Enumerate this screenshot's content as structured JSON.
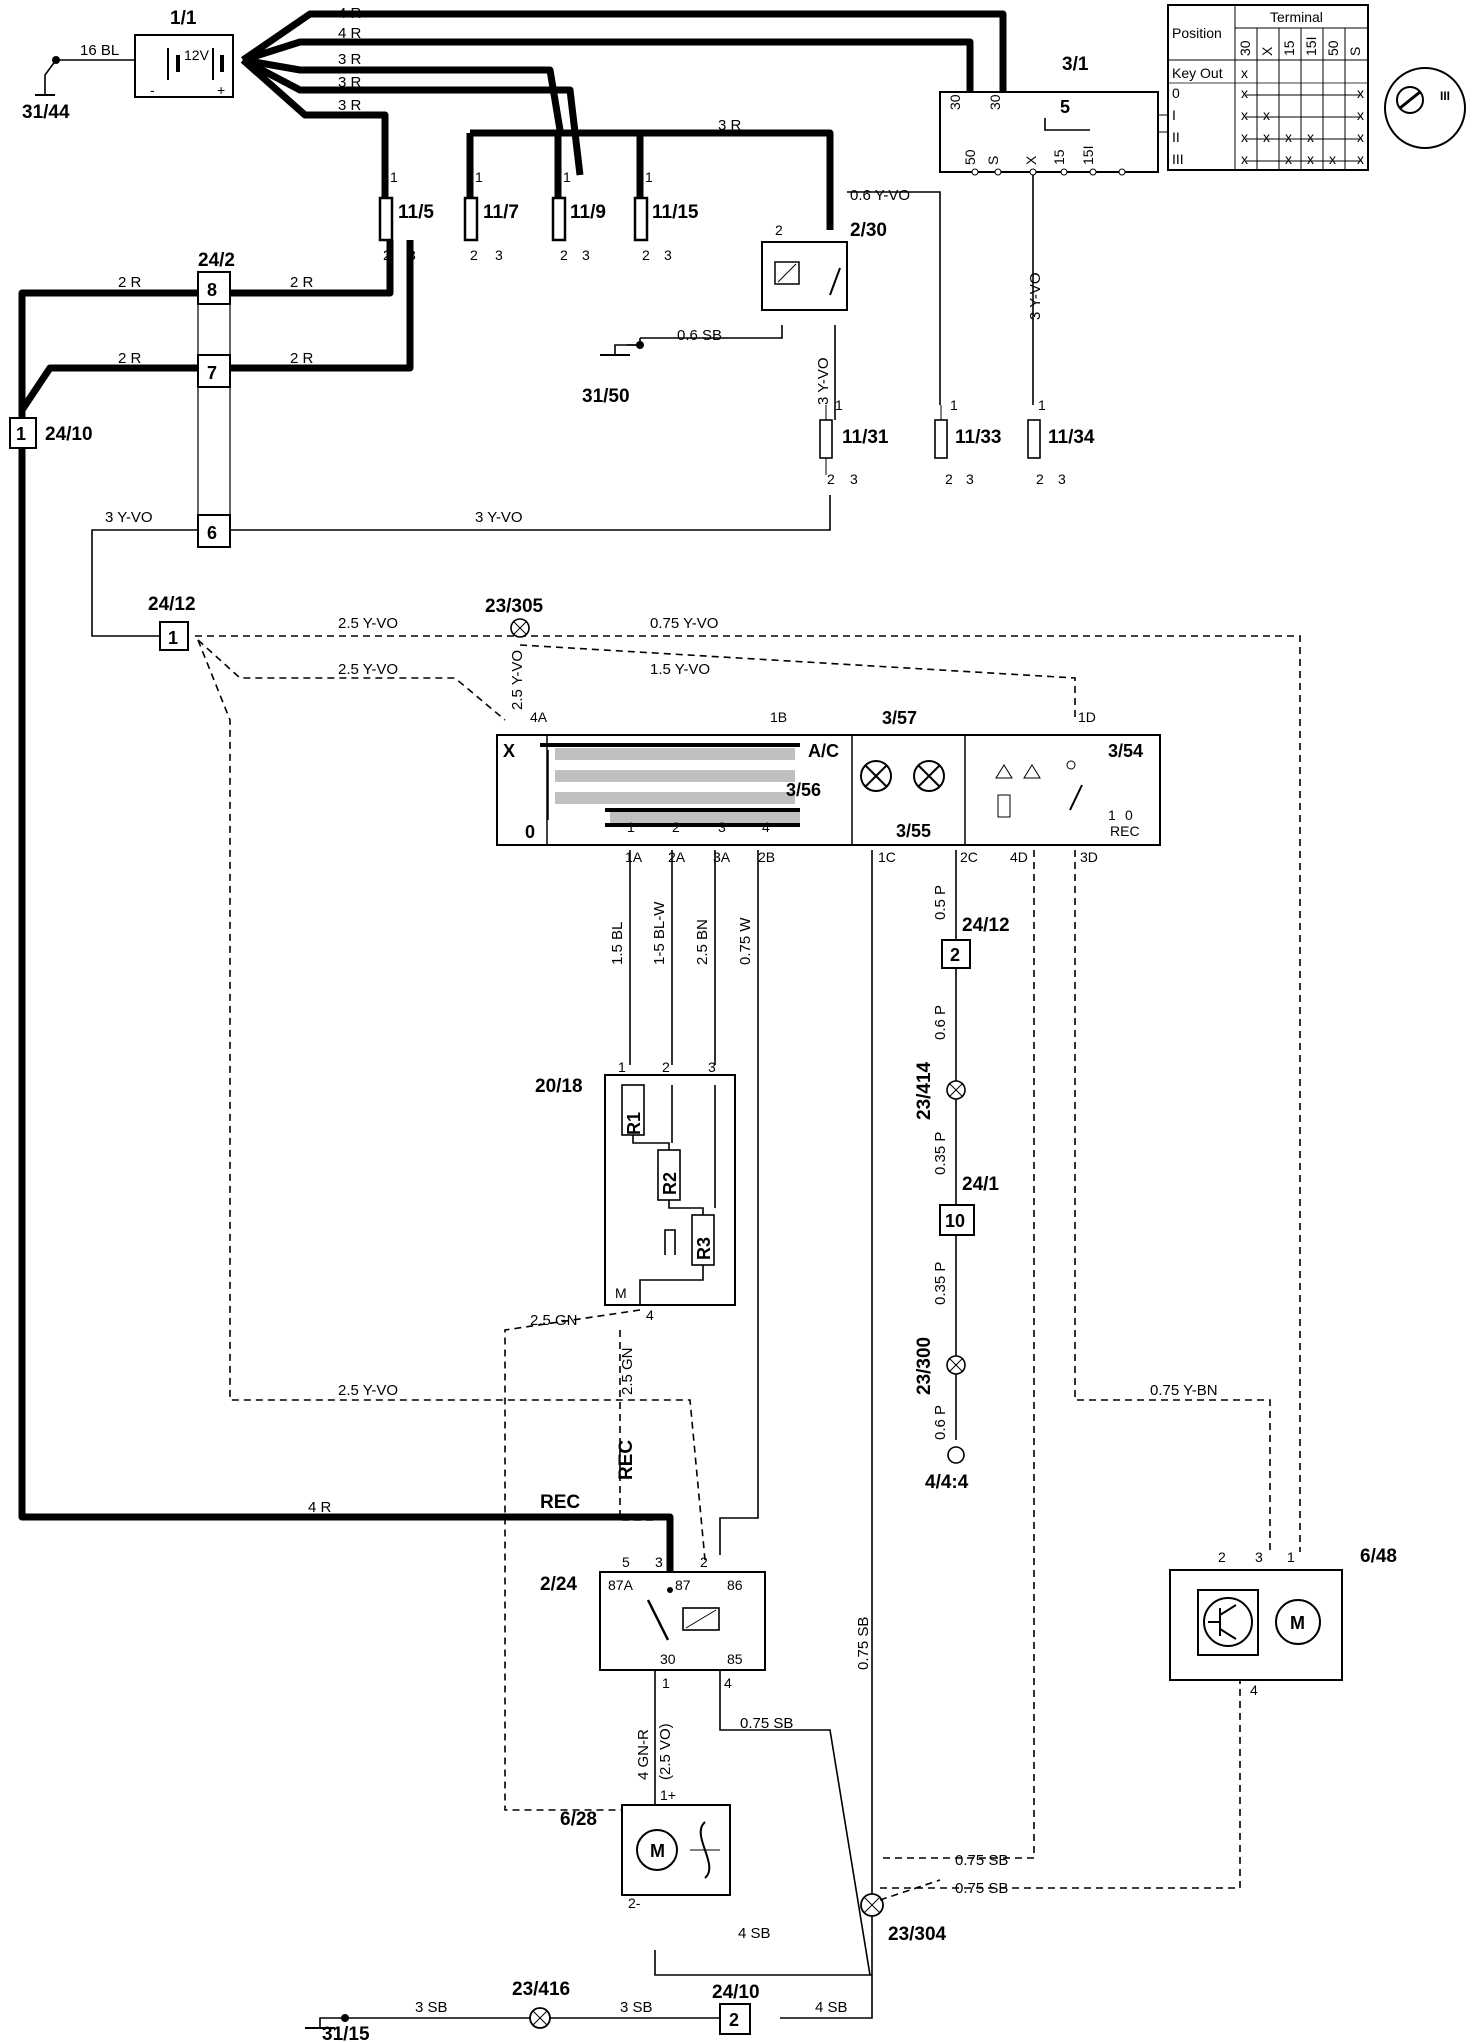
{
  "components": {
    "battery": {
      "id": "1/1",
      "label": "12V",
      "minus": "-",
      "plus": "+"
    },
    "ground_31_44": "31/44",
    "ignition_switch": {
      "id": "3/1",
      "table_header_position": "Position",
      "table_header_terminal": "Terminal",
      "row_key_out": "Key Out",
      "row_0": "0",
      "row_i": "I",
      "row_ii": "II",
      "row_iii": "III",
      "cols": [
        "30",
        "X",
        "15",
        "15I",
        "50",
        "S"
      ],
      "pin_30a": "30",
      "pin_30b": "30",
      "pin_5": "5",
      "pin_50": "50",
      "pin_s": "S",
      "pin_x": "X",
      "pin_15": "15",
      "pin_15i": "15I"
    },
    "fuse_11_5": "11/5",
    "fuse_11_7": "11/7",
    "fuse_11_9": "11/9",
    "fuse_11_15": "11/15",
    "fuse_11_31": "11/31",
    "fuse_11_33": "11/33",
    "fuse_11_34": "11/34",
    "relay_2_30": "2/30",
    "ground_31_50": "31/50",
    "connector_24_2": {
      "id": "24/2",
      "pin8": "8",
      "pin7": "7",
      "pin6": "6"
    },
    "connector_24_10": {
      "id": "24/10",
      "pin": "1"
    },
    "connector_24_12a": {
      "id": "24/12",
      "pin": "1"
    },
    "splice_23_305": "23/305",
    "control_panel": {
      "x": "X",
      "zero": "0",
      "ac": "A/C",
      "id_356": "3/56",
      "id_357": "3/57",
      "id_355": "3/55",
      "id_354": "3/54",
      "rec": "REC",
      "one": "1",
      "zero_b": "0",
      "p4a": "4A",
      "p1b": "1B",
      "p1d": "1D",
      "p1a": "1A",
      "p2a": "2A",
      "p3a": "3A",
      "p2b": "2B",
      "p1c": "1C",
      "p2c": "2C",
      "p4d": "4D",
      "p3d": "3D",
      "n1": "1",
      "n2": "2",
      "n3": "3",
      "n4": "4"
    },
    "resistor_20_18": {
      "id": "20/18",
      "r1": "R1",
      "r2": "R2",
      "r3": "R3",
      "m": "M",
      "p1": "1",
      "p2": "2",
      "p3": "3",
      "p4": "4"
    },
    "connector_24_12b": {
      "id": "24/12",
      "pin": "2"
    },
    "splice_23_414": "23/414",
    "connector_24_1": {
      "id": "24/1",
      "pin": "10"
    },
    "splice_23_300": "23/300",
    "point_4_4_4": "4/4:4",
    "relay_2_24": {
      "id": "2/24",
      "p87a": "87A",
      "p87": "87",
      "p86": "86",
      "p30": "30",
      "p85": "85",
      "n5": "5",
      "n3": "3",
      "n2": "2",
      "n1": "1",
      "n4": "4"
    },
    "rec_label": "REC",
    "fan_6_28": {
      "id": "6/28",
      "m": "M",
      "plus": "1+",
      "minus": "2-"
    },
    "module_6_48": {
      "id": "6/48",
      "m": "M",
      "n2": "2",
      "n3": "3",
      "n1": "1",
      "n4": "4"
    },
    "splice_23_304": "23/304",
    "splice_23_416": "23/416",
    "connector_24_10b": {
      "id": "24/10",
      "pin": "2"
    },
    "ground_31_15": "31/15"
  },
  "wires": {
    "w16bl": "16 BL",
    "w4r_a": "4 R",
    "w4r_b": "4 R",
    "w3r_a": "3 R",
    "w3r_b": "3 R",
    "w3r_c": "3 R",
    "w3r_d": "3 R",
    "w06yvo": "0.6 Y-VO",
    "w3yvo_v": "3 Y-VO",
    "w2r_a": "2 R",
    "w2r_b": "2 R",
    "w2r_c": "2 R",
    "w2r_d": "2 R",
    "w06sb": "0.6 SB",
    "w3yvo_r": "3 Y-VO",
    "w3yvo_l": "3 Y-VO",
    "w3yvo_m": "3 Y-VO",
    "w25yvo_a": "2.5 Y-VO",
    "w25yvo_b": "2.5 Y-VO",
    "w25yvo_v": "2.5 Y-VO",
    "w075yvo": "0.75 Y-VO",
    "w15yvo": "1.5 Y-VO",
    "w15bl": "1.5 BL",
    "w15blw": "1-5 BL-W",
    "w25bn": "2.5 BN",
    "w075w": "0.75 W",
    "w05p": "0.5 P",
    "w06p_a": "0.6 P",
    "w035p_a": "0.35 P",
    "w035p_b": "0.35 P",
    "w06p_b": "0.6 P",
    "w25gn_h": "2.5 GN",
    "w25gn_v": "2.5 GN",
    "w25yvo_c": "2.5 Y-VO",
    "w075ybn": "0.75 Y-BN",
    "w4r_c": "4 R",
    "w4gnr": "4 GN-R",
    "w25vo": "(2.5 VO)",
    "w075sb_v": "0.75 SB",
    "w075sb_h": "0.75 SB",
    "w075sb_a": "0.75 SB",
    "w075sb_b": "0.75 SB",
    "w4sb_a": "4 SB",
    "w4sb_b": "4 SB",
    "w3sb_a": "3 SB",
    "w3sb_b": "3 SB",
    "fuse_pins": {
      "p1": "1",
      "p2": "2",
      "p3": "3"
    }
  }
}
